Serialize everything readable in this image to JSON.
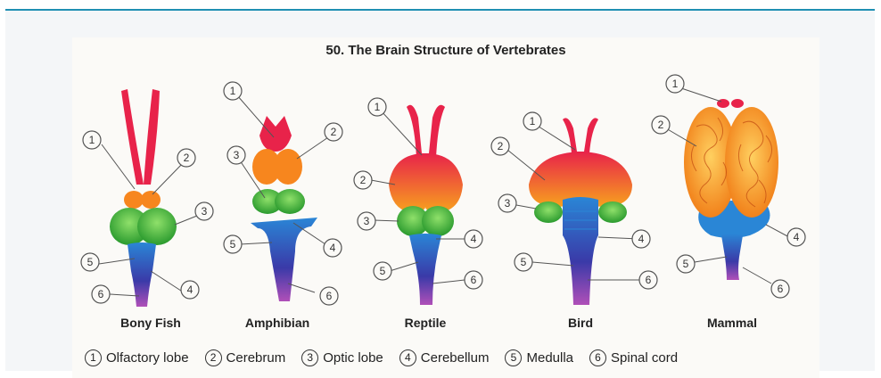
{
  "title": "50.  The Brain Structure of Vertebrates",
  "animals": [
    {
      "name": "Bony Fish"
    },
    {
      "name": "Amphibian"
    },
    {
      "name": "Reptile"
    },
    {
      "name": "Bird"
    },
    {
      "name": "Mammal"
    }
  ],
  "legend": [
    {
      "num": "1",
      "text": "Olfactory lobe"
    },
    {
      "num": "2",
      "text": "Cerebrum"
    },
    {
      "num": "3",
      "text": "Optic lobe"
    },
    {
      "num": "4",
      "text": "Cerebellum"
    },
    {
      "num": "5",
      "text": "Medulla"
    },
    {
      "num": "6",
      "text": "Spinal cord"
    }
  ],
  "colors": {
    "olfactory": "#e8234a",
    "cerebrum": "#f7861e",
    "optic": "#3cb53a",
    "cerebellum": "#2a86d6",
    "medulla": "#2c64c8",
    "spinal": "#3a3aa8",
    "accent": "#1f8fb3"
  }
}
